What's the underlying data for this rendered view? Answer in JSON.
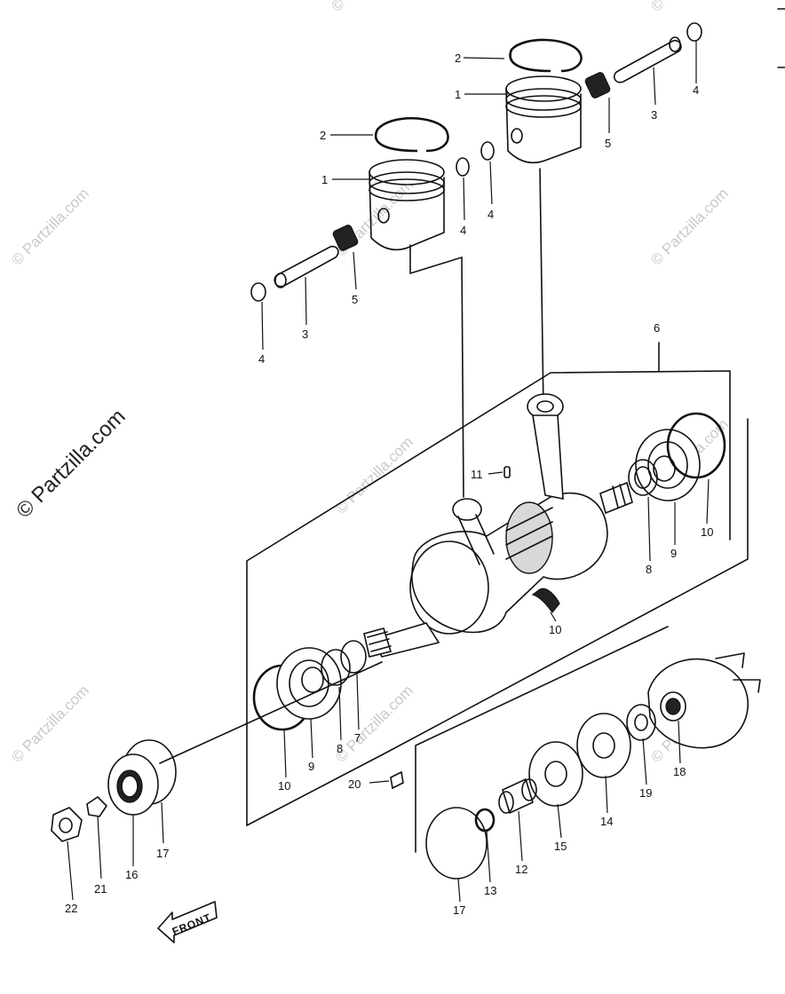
{
  "watermarks": {
    "small": "© Partzilla.com",
    "large": "© Partzilla.com"
  },
  "front_arrow": {
    "label": "FRONT"
  },
  "callouts": {
    "c1a": "1",
    "c1b": "1",
    "c2a": "2",
    "c2b": "2",
    "c3a": "3",
    "c3b": "3",
    "c4a": "4",
    "c4b": "4",
    "c4c": "4",
    "c4d": "4",
    "c5a": "5",
    "c5b": "5",
    "c6": "6",
    "c7": "7",
    "c8a": "8",
    "c8b": "8",
    "c9a": "9",
    "c9b": "9",
    "c10a": "10",
    "c10b": "10",
    "c10c": "10",
    "c11": "11",
    "c12": "12",
    "c13": "13",
    "c14": "14",
    "c15": "15",
    "c16": "16",
    "c17a": "17",
    "c17b": "17",
    "c18": "18",
    "c19": "19",
    "c20": "20",
    "c21": "21",
    "c22": "22"
  }
}
